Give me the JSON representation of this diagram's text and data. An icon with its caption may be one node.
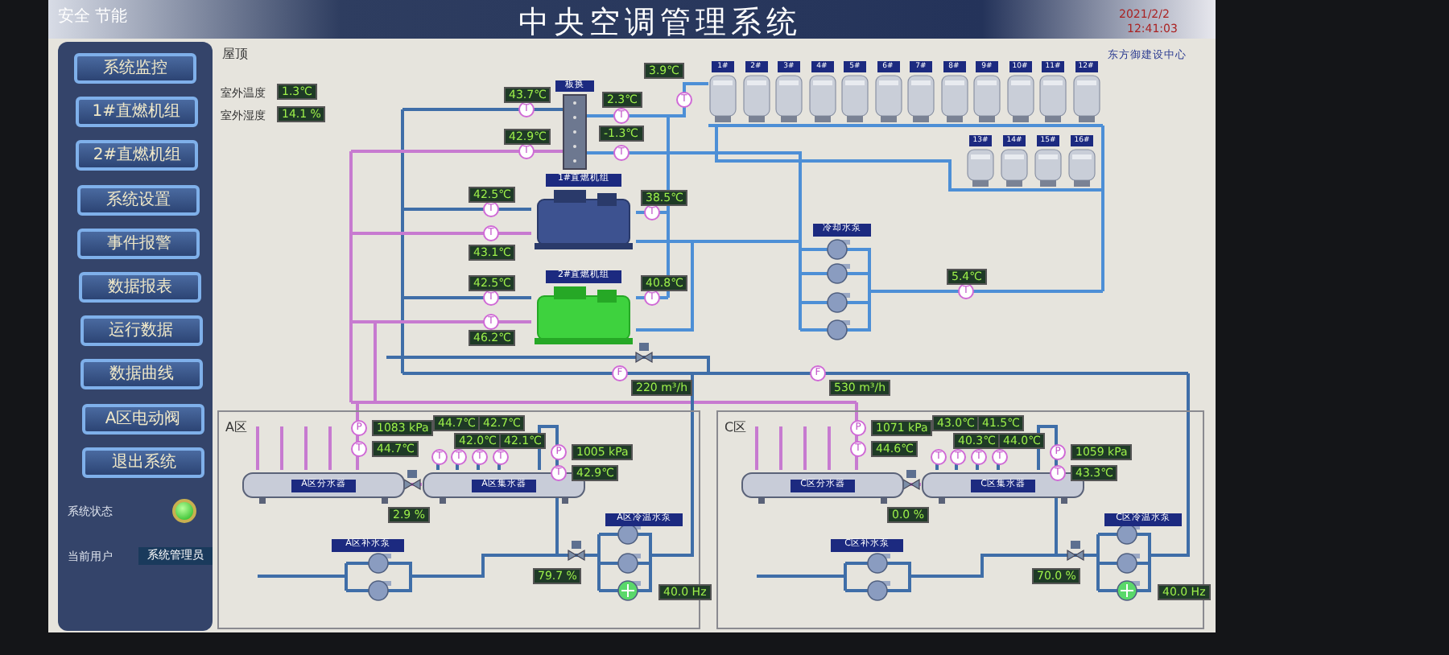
{
  "diagram": {
    "title": "中央空调管理系统",
    "nodes": [
      {
        "text": [
          "系统监控"
        ]
      },
      {
        "text": [
          "1#直燃机组"
        ]
      },
      {
        "text": [
          "2#直燃机组"
        ]
      },
      {
        "text": [
          "系统设置"
        ]
      },
      {
        "text": [
          "事件报警"
        ]
      },
      {
        "text": [
          "数据报表"
        ]
      },
      {
        "text": [
          "运行数据"
        ]
      },
      {
        "text": [
          "数据曲线"
        ]
      },
      {
        "text": [
          "A区电动阀"
        ]
      },
      {
        "text": [
          "退出系统"
        ]
      },
      {
        "text": [
          "系统管理员"
        ],
        "beside": [
          "当前用户"
        ]
      },
      {
        "text": [],
        "shape": "circle"
      },
      {
        "text": [
          "1.3℃"
        ],
        "beside": [
          "室外温度"
        ]
      },
      {
        "text": [
          "14.1 %"
        ],
        "beside": [
          "室外湿度"
        ]
      },
      {
        "text": [
          "板换"
        ]
      },
      {
        "text": [
          "T"
        ]
      },
      {
        "text": [
          "T"
        ]
      },
      {
        "text": [
          "T"
        ]
      },
      {
        "text": [
          "T"
        ]
      },
      {
        "text": [
          "T"
        ]
      },
      {
        "text": [
          "1#直燃机组"
        ]
      },
      {
        "text": [
          "T"
        ]
      },
      {
        "text": [
          "T"
        ]
      },
      {
        "text": [
          "T"
        ]
      },
      {
        "text": [
          "2#直燃机组"
        ]
      },
      {
        "text": [
          "T"
        ]
      },
      {
        "text": [
          "T"
        ]
      },
      {
        "text": [
          "T"
        ]
      },
      {
        "text": [
          "冷却水泵"
        ]
      },
      {
        "text": [
          "T"
        ]
      },
      {
        "text": [
          "F"
        ]
      },
      {
        "text": [
          "F"
        ]
      },
      {
        "text": [
          "1#"
        ]
      },
      {
        "text": [
          "2#"
        ]
      },
      {
        "text": [
          "3#"
        ]
      },
      {
        "text": [
          "4#"
        ]
      },
      {
        "text": [
          "5#"
        ]
      },
      {
        "text": [
          "6#"
        ]
      },
      {
        "text": [
          "7#"
        ]
      },
      {
        "text": [
          "8#"
        ]
      },
      {
        "text": [
          "9#"
        ]
      },
      {
        "text": [
          "10#"
        ]
      },
      {
        "text": [
          "11#"
        ]
      },
      {
        "text": [
          "12#"
        ]
      },
      {
        "text": [
          "13#"
        ]
      },
      {
        "text": [
          "14#"
        ]
      },
      {
        "text": [
          "15#"
        ]
      },
      {
        "text": [
          "16#"
        ]
      },
      {
        "text": [
          "A区"
        ]
      },
      {
        "text": [
          "P"
        ],
        "in": 48
      },
      {
        "text": [
          "T"
        ],
        "in": 48
      },
      {
        "text": [
          "A区分水器"
        ],
        "in": 48
      },
      {
        "text": [
          "2.9 %"
        ],
        "in": 48
      },
      {
        "text": [
          "A区集水器"
        ],
        "in": 48
      },
      {
        "text": [
          "T"
        ],
        "in": 48
      },
      {
        "text": [
          "T"
        ],
        "in": 48
      },
      {
        "text": [
          "T"
        ],
        "in": 48
      },
      {
        "text": [
          "T"
        ],
        "in": 48
      },
      {
        "text": [
          "P"
        ],
        "in": 48
      },
      {
        "text": [
          "T"
        ],
        "in": 48
      },
      {
        "text": [
          "A区补水泵"
        ],
        "in": 48
      },
      {
        "text": [
          "A区冷温水泵"
        ],
        "in": 48
      },
      {
        "text": [
          "79.7 %"
        ],
        "in": 48
      },
      {
        "text": [
          "40.0 Hz"
        ],
        "in": 48
      },
      {
        "text": [
          "C区"
        ]
      },
      {
        "text": [
          "P"
        ],
        "in": 64
      },
      {
        "text": [
          "T"
        ],
        "in": 64
      },
      {
        "text": [
          "C区分水器"
        ],
        "in": 64
      },
      {
        "text": [
          "0.0 %"
        ],
        "in": 64
      },
      {
        "text": [
          "C区集水器"
        ],
        "in": 64
      },
      {
        "text": [
          "T"
        ],
        "in": 64
      },
      {
        "text": [
          "T"
        ],
        "in": 64
      },
      {
        "text": [
          "T"
        ],
        "in": 64
      },
      {
        "text": [
          "T"
        ],
        "in": 64
      },
      {
        "text": [
          "P"
        ],
        "in": 64
      },
      {
        "text": [
          "T"
        ],
        "in": 64
      },
      {
        "text": [
          "C区补水泵"
        ],
        "in": 64
      },
      {
        "text": [
          "C区冷温水泵"
        ],
        "in": 64
      },
      {
        "text": [
          "70.0 %"
        ],
        "in": 64
      },
      {
        "text": [
          "40.0 Hz"
        ],
        "in": 64
      },
      {
        "text": [
          "43.7℃"
        ]
      },
      {
        "text": [
          "42.9℃"
        ]
      },
      {
        "text": [
          "2.3℃"
        ]
      },
      {
        "text": [
          "-1.3℃"
        ]
      },
      {
        "text": [
          "3.9℃"
        ]
      },
      {
        "text": [
          "42.5℃"
        ]
      },
      {
        "text": [
          "43.1℃"
        ]
      },
      {
        "text": [
          "38.5℃"
        ]
      },
      {
        "text": [
          "42.5℃"
        ]
      },
      {
        "text": [
          "46.2℃"
        ]
      },
      {
        "text": [
          "40.8℃"
        ]
      },
      {
        "text": [
          "5.4℃"
        ]
      },
      {
        "text": [
          "220 m³/h"
        ]
      },
      {
        "text": [
          "530 m³/h"
        ]
      },
      {
        "text": [
          "1083 kPa"
        ],
        "in": 48
      },
      {
        "text": [
          "44.7℃"
        ],
        "in": 48
      },
      {
        "text": [
          "44.7℃"
        ],
        "in": 48
      },
      {
        "text": [
          "42.0℃"
        ],
        "in": 48
      },
      {
        "text": [
          "42.7℃"
        ],
        "in": 48
      },
      {
        "text": [
          "42.1℃"
        ],
        "in": 48
      },
      {
        "text": [
          "1005 kPa"
        ],
        "in": 48
      },
      {
        "text": [
          "42.9℃"
        ],
        "in": 48
      },
      {
        "text": [
          "1071 kPa"
        ],
        "in": 64
      },
      {
        "text": [
          "44.6℃"
        ],
        "in": 64
      },
      {
        "text": [
          "43.0℃"
        ],
        "in": 64
      },
      {
        "text": [
          "40.3℃"
        ],
        "in": 64
      },
      {
        "text": [
          "41.5℃"
        ],
        "in": 64
      },
      {
        "text": [
          "44.0℃"
        ],
        "in": 64
      },
      {
        "text": [
          "1059 kPa"
        ],
        "in": 64
      },
      {
        "text": [
          "43.3℃"
        ],
        "in": 64
      }
    ],
    "labels": [
      "安全 节能",
      "2021/2/2",
      "12:41:03",
      "东方御建设中心",
      "屋顶",
      "系统状态"
    ]
  }
}
